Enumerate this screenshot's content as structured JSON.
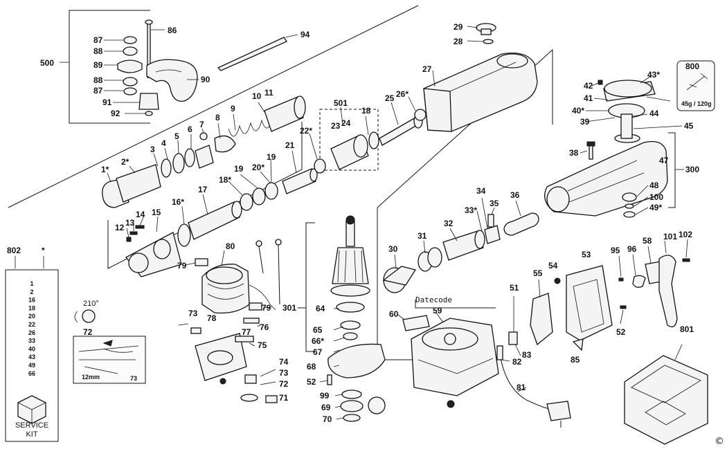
{
  "diagram": {
    "copyright_mark": "©",
    "datecode_label": "Datecode",
    "spring_angle": "210°",
    "measurement": "12mm",
    "weight_label": "45g / 120g",
    "kit_label": "SERVICE\nKIT",
    "kit_list_title": "802",
    "kit_list_star": "*",
    "kit_items": [
      "1",
      "2",
      "16",
      "18",
      "20",
      "22",
      "26",
      "33",
      "40",
      "43",
      "49",
      "66"
    ],
    "labels": {
      "l500": "500",
      "l86": "86",
      "l87a": "87",
      "l88a": "88",
      "l89": "89",
      "l88b": "88",
      "l87b": "87",
      "l90": "90",
      "l91": "91",
      "l92": "92",
      "l94": "94",
      "l29": "29",
      "l28": "28",
      "l27": "27",
      "l26": "26*",
      "l25": "25",
      "l501": "501",
      "l18a": "18",
      "l23": "23",
      "l24": "24",
      "l22": "22*",
      "l21": "21",
      "l10": "10",
      "l11": "11",
      "l9": "9",
      "l8": "8",
      "l7": "7",
      "l6": "6",
      "l5": "5",
      "l4": "4",
      "l3": "3",
      "l2": "2*",
      "l1": "1*",
      "l19a": "19",
      "l20": "20*",
      "l19b": "19",
      "l18b": "18*",
      "l17": "17",
      "l16": "16*",
      "l15": "15",
      "l14": "14",
      "l13": "13",
      "l12": "12",
      "l800": "800",
      "l42": "42",
      "l43": "43*",
      "l41": "41",
      "l40": "40*",
      "l39": "39",
      "l44": "44",
      "l45": "45",
      "l38": "38",
      "l47": "47",
      "l300": "300",
      "l48": "48",
      "l100": "100",
      "l49": "49*",
      "l36": "36",
      "l34": "34",
      "l35": "35",
      "l33": "33*",
      "l32": "32",
      "l31": "31",
      "l30": "30",
      "l80": "80",
      "l79a": "79",
      "l79b": "79",
      "l73a": "73",
      "l78": "78",
      "l76": "76",
      "l77": "77",
      "l75": "75",
      "l72a": "72",
      "l73b": "73",
      "l74": "74",
      "l73c": "73",
      "l72b": "72",
      "l71": "71",
      "l301": "301",
      "l64": "64",
      "l65": "65",
      "l66": "66*",
      "l67": "67",
      "l68": "68",
      "l52a": "52",
      "l99": "99",
      "l69": "69",
      "l70": "70",
      "l60": "60",
      "l59": "59",
      "l51": "51",
      "l55": "55",
      "l54": "54",
      "l53": "53",
      "l83": "83",
      "l82": "82",
      "l81": "81",
      "l85": "85",
      "l95": "95",
      "l96": "96",
      "l58": "58",
      "l101": "101",
      "l102": "102",
      "l52b": "52",
      "l801": "801"
    }
  }
}
